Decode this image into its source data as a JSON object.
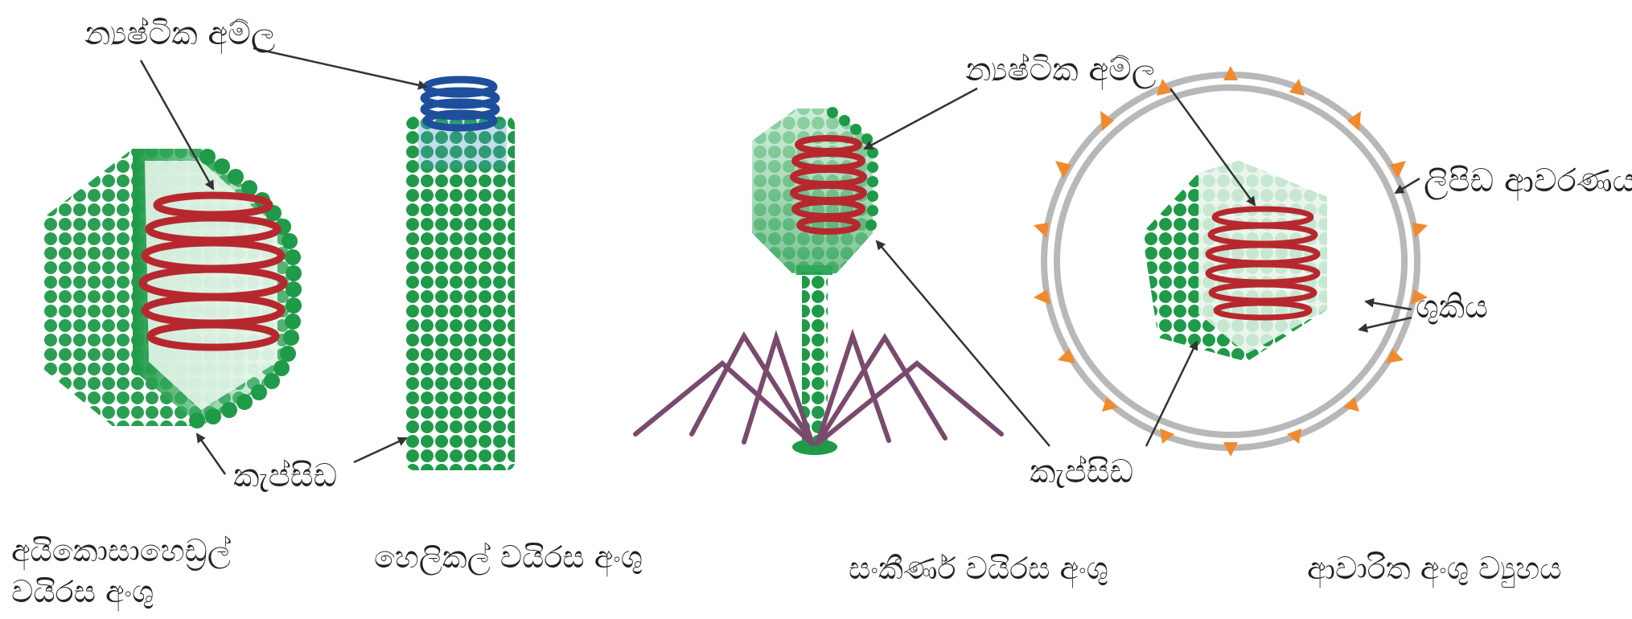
{
  "labels": {
    "nucleic_acid_1": "න්‍යෂ්ටික අම්ල",
    "nucleic_acid_2": "න්‍යෂ්ටික අම්ල",
    "capsid_1": "කැප්සිඩ",
    "capsid_2": "කැප්සිඩ",
    "lipid_envelope": "ලිපිඩ ආවරණය",
    "spikes": "ශුකිය"
  },
  "captions": {
    "icosahedral_line1": "අයිකොසාහෙඩ්‍රල්",
    "icosahedral_line2": "වයිරස අංශු",
    "helical": "හෙලිකල් වයිරස අංශු",
    "complex": "සංකීර්ණ වයිරස අංශු",
    "enveloped": "ආවාරිත අංශු ව්‍යුහය"
  },
  "colors": {
    "capsomere": "#1f9a48",
    "capsomere_light": "#8fd3a6",
    "nucleic_acid_red": "#b7282e",
    "nucleic_acid_blue": "#1d4f9c",
    "tail_fiber": "#7a4a6e",
    "spike": "#f08a2c",
    "envelope": "#b8b8b8",
    "arrow": "#333333"
  }
}
